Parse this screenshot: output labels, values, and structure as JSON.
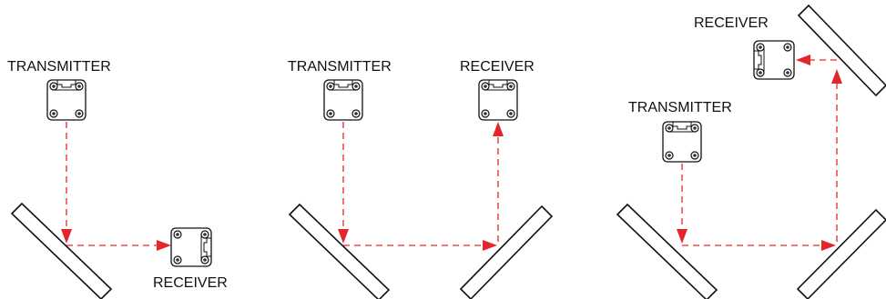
{
  "colors": {
    "beam": "#e3262b",
    "outline": "#111111",
    "background": "#ffffff"
  },
  "panels": [
    {
      "transmitter_label": "TRANSMITTER",
      "receiver_label": "RECEIVER"
    },
    {
      "transmitter_label": "TRANSMITTER",
      "receiver_label": "RECEIVER"
    },
    {
      "transmitter_label": "TRANSMITTER",
      "receiver_label": "RECEIVER"
    }
  ]
}
